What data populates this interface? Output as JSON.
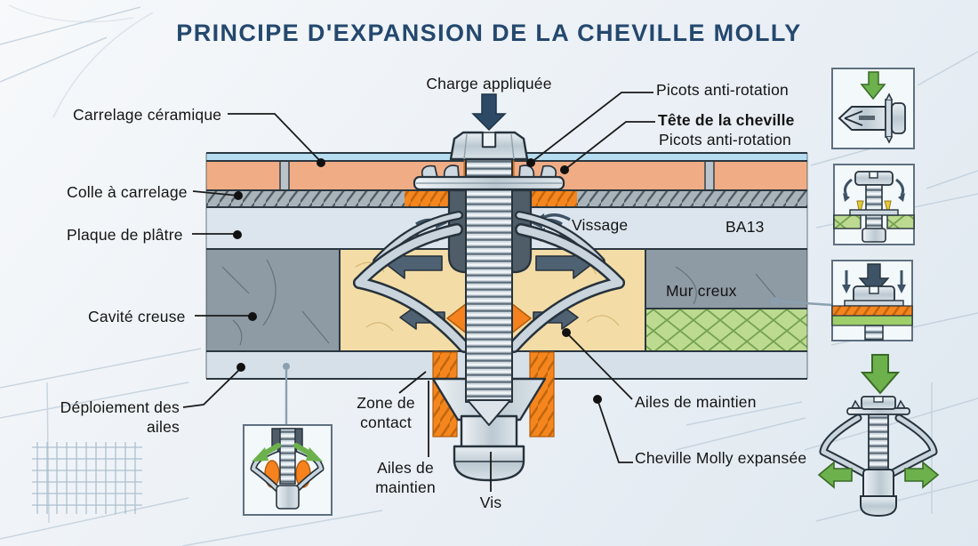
{
  "title": "PRINCIPE D'EXPANSION DE LA CHEVILLE MOLLY",
  "callouts": {
    "charge_appliquee": "Charge appliquée",
    "carrelage_ceramique": "Carrelage céramique",
    "colle_a_carrelage": "Colle à carrelage",
    "plaque_de_platre": "Plaque de plâtre",
    "cavite_creuse": "Cavité creuse",
    "deploiement_des_ailes": "Déploiement des ailes",
    "picots_anti_rotation_top": "Picots anti-rotation",
    "tete_de_la_cheville": "Tête de la cheville",
    "picots_anti_rotation_sub": "Picots anti-rotation",
    "vissage": "Vissage",
    "ba13": "BA13",
    "mur_creux": "Mur creux",
    "zone_de_contact": "Zone de contact",
    "ailes_de_maintien_bottom": "Ailes de maintien",
    "ailes_de_maintien_right": "Ailes de maintien",
    "vis": "Vis",
    "cheville_molly_expansee": "Cheville Molly expansée"
  },
  "colors": {
    "title_navy": "#24486e",
    "charge_arrow_navy": "#2c4a66",
    "tile_salmon": "#f0ad85",
    "tile_glaze_blue": "#b5ddef",
    "glue_gray": "#a9b3ba",
    "plaster_blue_gray": "#dce5ed",
    "cavity_tan": "#f3dca6",
    "hollow_wall_gray": "#8e9aa4",
    "insulation_green": "#bcda90",
    "panel_gray": "#d6e0e9",
    "contact_orange": "#f5861e",
    "metal_light": "#c9d4dc",
    "dark_outline": "#26323c",
    "direction_arrow_gray": "#4e6273",
    "step_arrow_green": "#6cb14c"
  }
}
